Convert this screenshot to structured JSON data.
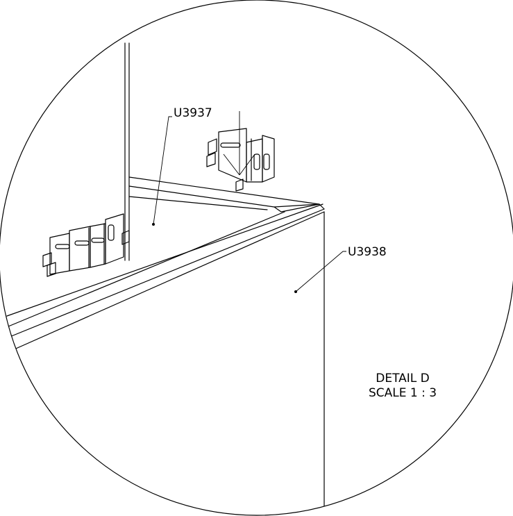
{
  "callouts": [
    {
      "label": "U3937"
    },
    {
      "label": "U3938"
    }
  ],
  "detail": {
    "title": "DETAIL D",
    "scale": "SCALE 1 : 3"
  }
}
